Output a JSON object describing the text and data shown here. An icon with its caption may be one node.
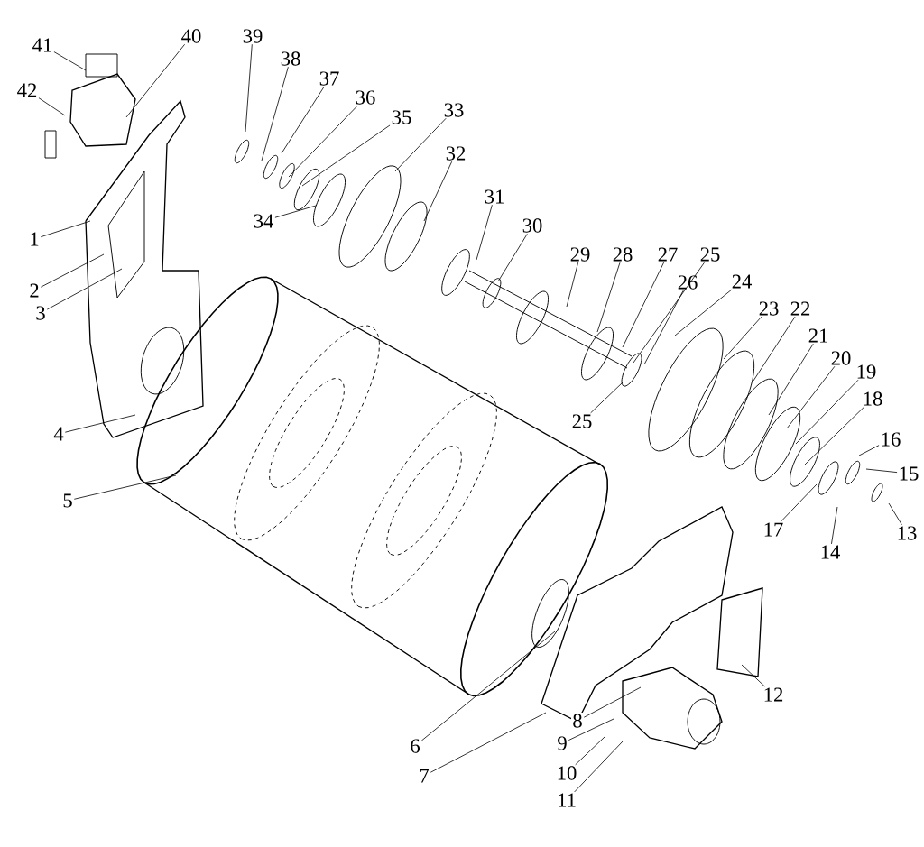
{
  "diagram": {
    "nodes": [
      {
        "text": [
          "41"
        ]
      },
      {
        "text": [
          "40"
        ]
      },
      {
        "text": [
          "39"
        ]
      },
      {
        "text": [
          "42"
        ]
      },
      {
        "text": [
          "38"
        ]
      },
      {
        "text": [
          "37"
        ]
      },
      {
        "text": [
          "36"
        ]
      },
      {
        "text": [
          "35"
        ]
      },
      {
        "text": [
          "33"
        ]
      },
      {
        "text": [
          "32"
        ]
      },
      {
        "text": [
          "31"
        ]
      },
      {
        "text": [
          "34"
        ]
      },
      {
        "text": [
          "30"
        ]
      },
      {
        "text": [
          "1"
        ]
      },
      {
        "text": [
          "29"
        ]
      },
      {
        "text": [
          "28"
        ]
      },
      {
        "text": [
          "27"
        ]
      },
      {
        "text": [
          "25"
        ]
      },
      {
        "text": [
          "26"
        ]
      },
      {
        "text": [
          "24"
        ]
      },
      {
        "text": [
          "2"
        ]
      },
      {
        "text": [
          "3"
        ]
      },
      {
        "text": [
          "23"
        ]
      },
      {
        "text": [
          "22"
        ]
      },
      {
        "text": [
          "21"
        ]
      },
      {
        "text": [
          "20"
        ]
      },
      {
        "text": [
          "19"
        ]
      },
      {
        "text": [
          "18"
        ]
      },
      {
        "text": [
          "25"
        ]
      },
      {
        "text": [
          "4"
        ]
      },
      {
        "text": [
          "16"
        ]
      },
      {
        "text": [
          "15"
        ]
      },
      {
        "text": [
          "5"
        ]
      },
      {
        "text": [
          "17"
        ]
      },
      {
        "text": [
          "13"
        ]
      },
      {
        "text": [
          "14"
        ]
      },
      {
        "text": [
          "12"
        ]
      },
      {
        "text": [
          "8"
        ]
      },
      {
        "text": [
          "9"
        ]
      },
      {
        "text": [
          "6"
        ]
      },
      {
        "text": [
          "10"
        ]
      },
      {
        "text": [
          "7"
        ]
      },
      {
        "text": [
          "11"
        ]
      }
    ],
    "edges": [
      {
        "from": 0,
        "to": null,
        "arrow": "none"
      },
      {
        "from": 1,
        "to": null,
        "arrow": "none"
      },
      {
        "from": 2,
        "to": null,
        "arrow": "none"
      },
      {
        "from": 3,
        "to": null,
        "arrow": "none"
      },
      {
        "from": 4,
        "to": null,
        "arrow": "none"
      },
      {
        "from": 5,
        "to": null,
        "arrow": "none"
      },
      {
        "from": 6,
        "to": null,
        "arrow": "none"
      },
      {
        "from": 7,
        "to": null,
        "arrow": "none"
      },
      {
        "from": 8,
        "to": null,
        "arrow": "none"
      },
      {
        "from": 9,
        "to": null,
        "arrow": "none"
      },
      {
        "from": 10,
        "to": null,
        "arrow": "none"
      },
      {
        "from": 11,
        "to": null,
        "arrow": "none"
      },
      {
        "from": 12,
        "to": null,
        "arrow": "none"
      },
      {
        "from": 13,
        "to": null,
        "arrow": "none"
      },
      {
        "from": 14,
        "to": null,
        "arrow": "none"
      },
      {
        "from": 15,
        "to": null,
        "arrow": "none"
      },
      {
        "from": 16,
        "to": null,
        "arrow": "none"
      },
      {
        "from": 17,
        "to": null,
        "arrow": "none"
      },
      {
        "from": 18,
        "to": null,
        "arrow": "none"
      },
      {
        "from": 19,
        "to": null,
        "arrow": "none"
      },
      {
        "from": 20,
        "to": null,
        "arrow": "none"
      },
      {
        "from": 21,
        "to": null,
        "arrow": "none"
      },
      {
        "from": 22,
        "to": null,
        "arrow": "none"
      },
      {
        "from": 23,
        "to": null,
        "arrow": "none"
      },
      {
        "from": 24,
        "to": null,
        "arrow": "none"
      },
      {
        "from": 25,
        "to": null,
        "arrow": "none"
      },
      {
        "from": 26,
        "to": null,
        "arrow": "none"
      },
      {
        "from": 27,
        "to": null,
        "arrow": "none"
      },
      {
        "from": 28,
        "to": null,
        "arrow": "none"
      },
      {
        "from": 29,
        "to": null,
        "arrow": "none"
      },
      {
        "from": 30,
        "to": null,
        "arrow": "none"
      },
      {
        "from": 31,
        "to": null,
        "arrow": "none"
      },
      {
        "from": 32,
        "to": null,
        "arrow": "none"
      },
      {
        "from": 33,
        "to": null,
        "arrow": "none"
      },
      {
        "from": 34,
        "to": null,
        "arrow": "none"
      },
      {
        "from": 35,
        "to": null,
        "arrow": "none"
      },
      {
        "from": 36,
        "to": null,
        "arrow": "none"
      },
      {
        "from": 37,
        "to": null,
        "arrow": "none"
      },
      {
        "from": 38,
        "to": null,
        "arrow": "none"
      },
      {
        "from": 39,
        "to": null,
        "arrow": "none"
      },
      {
        "from": 40,
        "to": null,
        "arrow": "none"
      },
      {
        "from": 41,
        "to": null,
        "arrow": "none"
      },
      {
        "from": 42,
        "to": null,
        "arrow": "none"
      }
    ]
  }
}
